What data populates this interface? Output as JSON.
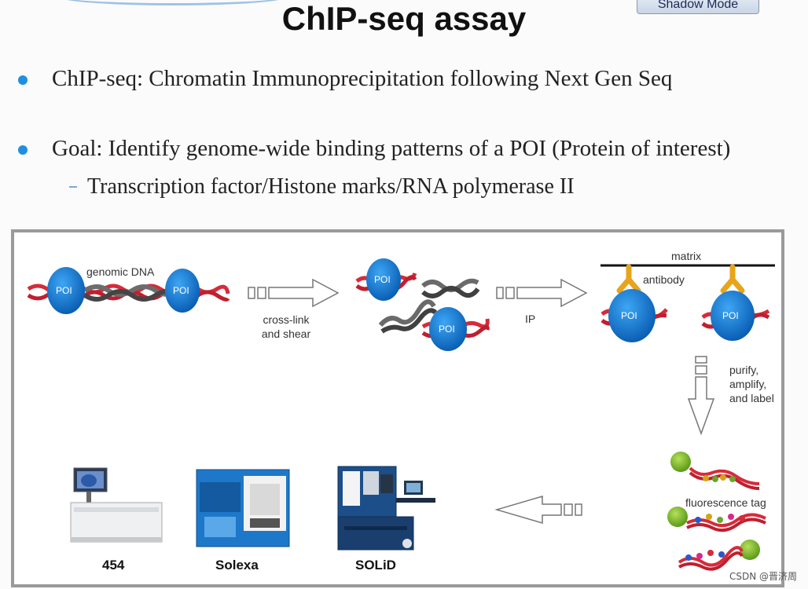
{
  "toolbar": {
    "shadow_mode_label": "Shadow Mode"
  },
  "slide": {
    "title": "ChIP-seq assay",
    "bullets": [
      "ChIP-seq: Chromatin Immunoprecipitation following Next Gen Seq",
      "Goal: Identify genome-wide binding patterns of a POI (Protein of interest)"
    ],
    "sub_bullet": "Transcription factor/Histone marks/RNA polymerase II"
  },
  "figure": {
    "genomic_dna": "genomic DNA",
    "poi": "POI",
    "step1_line1": "cross-link",
    "step1_line2": "and shear",
    "step2": "IP",
    "matrix": "matrix",
    "antibody": "antibody",
    "step3_line1": "purify,",
    "step3_line2": "amplify,",
    "step3_line3": "and label",
    "fluorescence_tag": "fluorescence tag",
    "instruments": [
      "454",
      "Solexa",
      "SOLiD"
    ]
  },
  "watermark": "CSDN @晋济周"
}
